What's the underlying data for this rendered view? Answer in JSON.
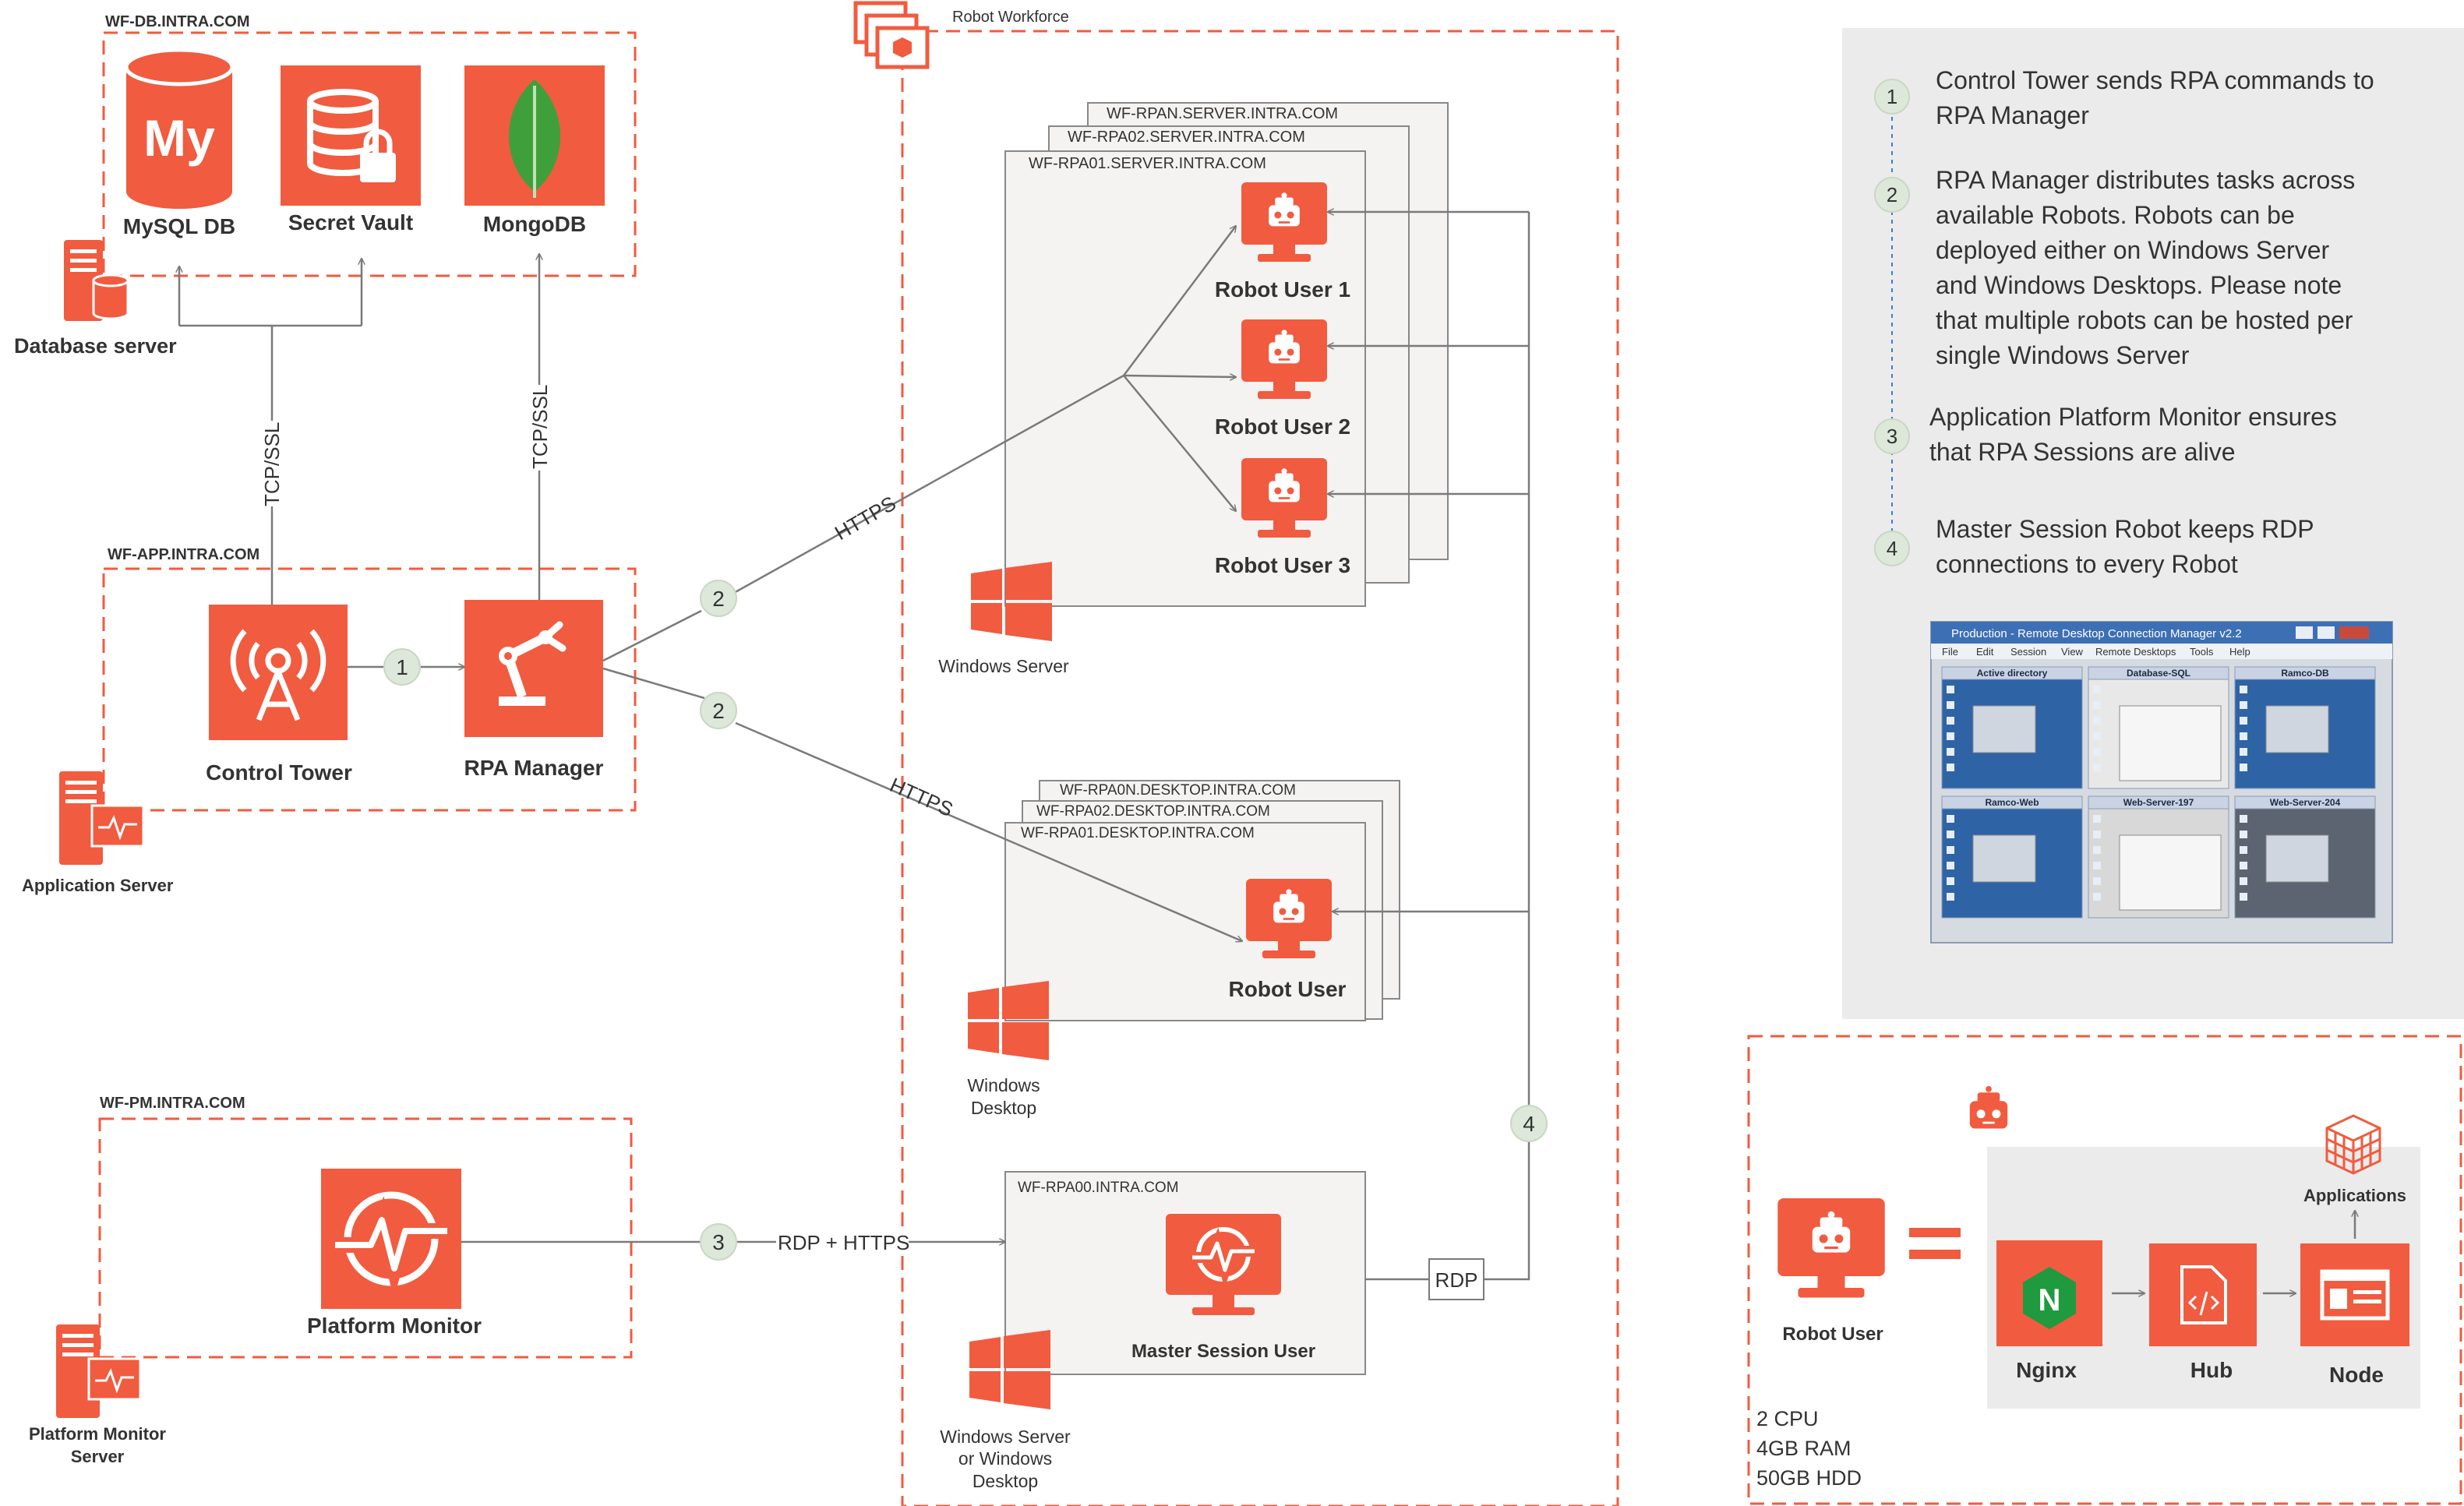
{
  "colors": {
    "accent": "#f15b3f",
    "line": "#7a7a7a",
    "badge": "#dde8da",
    "panel": "#ebebeb",
    "host": "#f5f3f2"
  },
  "zones": {
    "db": "WF-DB.INTRA.COM",
    "app": "WF-APP.INTRA.COM",
    "pm": "WF-PM.INTRA.COM",
    "workforce": "Robot Workforce"
  },
  "nodes": {
    "mysql": "MySQL DB",
    "mysql_logo": "My",
    "vault": "Secret Vault",
    "mongo": "MongoDB",
    "db_server": "Database server",
    "control_tower": "Control Tower",
    "rpa_manager": "RPA Manager",
    "app_server": "Application Server",
    "platform_monitor": "Platform Monitor",
    "pm_server_1": "Platform Monitor",
    "pm_server_2": "Server"
  },
  "hosts": {
    "srv_n": "WF-RPAN.SERVER.INTRA.COM",
    "srv_02": "WF-RPA02.SERVER.INTRA.COM",
    "srv_01": "WF-RPA01.SERVER.INTRA.COM",
    "desk_n": "WF-RPA0N.DESKTOP.INTRA.COM",
    "desk_02": "WF-RPA02.DESKTOP.INTRA.COM",
    "desk_01": "WF-RPA01.DESKTOP.INTRA.COM",
    "rpa00": "WF-RPA00.INTRA.COM"
  },
  "robots": {
    "r1": "Robot User 1",
    "r2": "Robot User 2",
    "r3": "Robot User 3",
    "desktop": "Robot User",
    "master": "Master Session User"
  },
  "os": {
    "win_server": "Windows Server",
    "win_desktop_1": "Windows",
    "win_desktop_2": "Desktop",
    "win_either_1": "Windows Server",
    "win_either_2": "or Windows",
    "win_either_3": "Desktop"
  },
  "edges": {
    "tcp1": "TCP/SSL",
    "tcp2": "TCP/SSL",
    "https1": "HTTPS",
    "https2": "HTTPS",
    "rdp_https": "RDP + HTTPS",
    "rdp": "RDP"
  },
  "badges": {
    "b1": "1",
    "b2a": "2",
    "b2b": "2",
    "b3": "3",
    "b4": "4"
  },
  "legend": [
    {
      "num": "1",
      "lines": [
        "Control Tower sends RPA commands to",
        "RPA Manager"
      ]
    },
    {
      "num": "2",
      "lines": [
        "RPA Manager distributes tasks across",
        "available Robots. Robots can be",
        "deployed either on Windows Server",
        "and Windows Desktops. Please note",
        "that multiple robots can be hosted per",
        "single Windows Server"
      ]
    },
    {
      "num": "3",
      "lines": [
        "Application Platform Monitor ensures",
        "that RPA Sessions are alive"
      ]
    },
    {
      "num": "4",
      "lines": [
        "Master Session Robot keeps RDP",
        "connections to every Robot"
      ]
    }
  ],
  "rdcm": {
    "title": "Production - Remote Desktop Connection Manager v2.2",
    "menu": [
      "File",
      "Edit",
      "Session",
      "View",
      "Remote Desktops",
      "Tools",
      "Help"
    ],
    "tiles": [
      "Active directory",
      "Database-SQL",
      "Ramco-DB",
      "Ramco-Web",
      "Web-Server-197",
      "Web-Server-204"
    ]
  },
  "spec": {
    "robot_user": "Robot User",
    "equals": "=",
    "nginx": "Nginx",
    "nginx_logo": "N",
    "hub": "Hub",
    "node": "Node",
    "applications": "Applications",
    "cpu": "2 CPU",
    "ram": "4GB RAM",
    "hdd": "50GB HDD"
  }
}
